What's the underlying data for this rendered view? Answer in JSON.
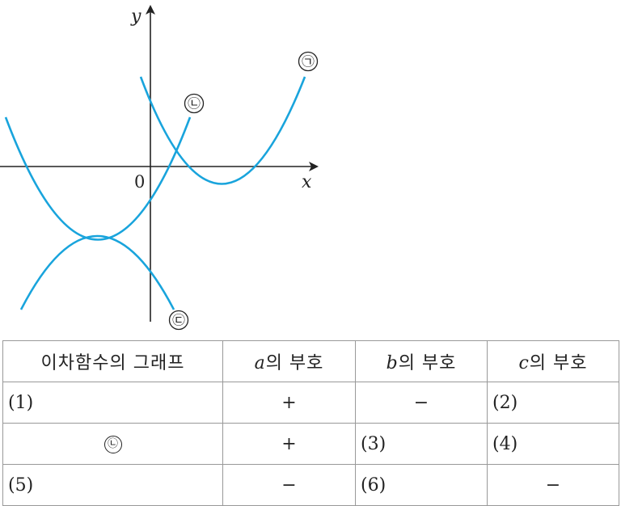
{
  "graph": {
    "x_axis_label": "x",
    "y_axis_label": "y",
    "origin_label": "0",
    "curves": [
      {
        "label": "㉠",
        "color": "#19a4dc"
      },
      {
        "label": "㉡",
        "color": "#19a4dc"
      },
      {
        "label": "㉢",
        "color": "#19a4dc"
      }
    ]
  },
  "table": {
    "headers": [
      {
        "prefix": "",
        "text": "이차함수의 그래프"
      },
      {
        "prefix": "a",
        "text": "의 부호"
      },
      {
        "prefix": "b",
        "text": "의 부호"
      },
      {
        "prefix": "c",
        "text": "의 부호"
      }
    ],
    "rows": [
      [
        "(1)",
        "+",
        "−",
        "(2)"
      ],
      [
        "㉡",
        "+",
        "(3)",
        "(4)"
      ],
      [
        "(5)",
        "−",
        "(6)",
        "−"
      ]
    ]
  }
}
